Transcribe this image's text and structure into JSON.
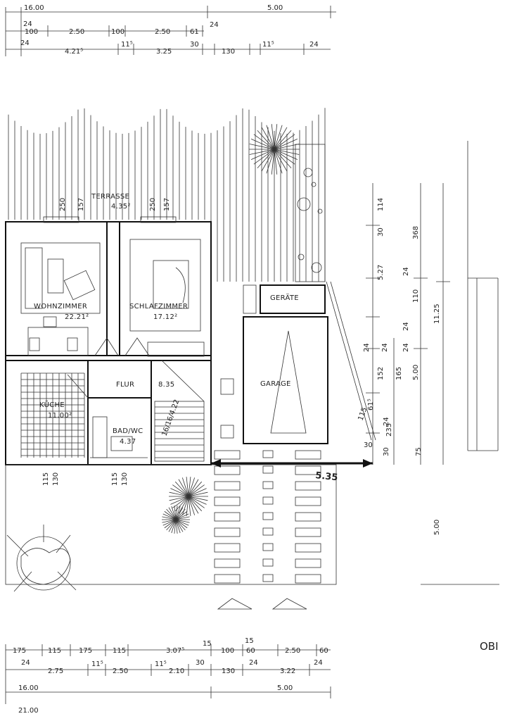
{
  "rooms": {
    "terrace": {
      "label": "TERRASSE",
      "area": "4.35²"
    },
    "living": {
      "label": "WOHNZIMMER",
      "area": "22.21²"
    },
    "bedroom": {
      "label": "SCHLAFZIMMER",
      "area": "17.12²"
    },
    "hall": {
      "label": "FLUR",
      "area": "8.35"
    },
    "kitchen": {
      "label": "KÜCHE",
      "area": "11.00²"
    },
    "bath": {
      "label": "BAD/WC",
      "area": "4.37"
    },
    "stairs": {
      "label": "16/16/4.22"
    },
    "shed": {
      "label": "GERÄTE"
    },
    "garage": {
      "label": "GARAGE"
    }
  },
  "top_dims": {
    "row1": [
      "16.00",
      "5.00"
    ],
    "row2": [
      "24",
      "100",
      "2.50",
      "100",
      "2.50",
      "61",
      "24"
    ],
    "row3": [
      "24",
      "4.21⁵",
      "11⁵",
      "3.25",
      "30",
      "130",
      "11⁵",
      "24"
    ]
  },
  "bottom_dims": {
    "row1": [
      "175",
      "115",
      "175",
      "115",
      "3.07⁵",
      "15",
      "100",
      "15",
      "60",
      "2.50",
      "60"
    ],
    "row2": [
      "24",
      "2.75",
      "11⁵",
      "2.50",
      "11⁵",
      "2.10",
      "30",
      "130",
      "24",
      "3.22",
      "24"
    ],
    "row3": [
      "16.00",
      "5.00"
    ],
    "row4": [
      "21.00"
    ]
  },
  "right_dims": {
    "col1": [
      "114",
      "30",
      "5.27",
      "24",
      "110",
      "24",
      "24",
      "152",
      "24",
      "61⁵",
      "235",
      "30",
      "75"
    ],
    "col2": [
      "24",
      "165",
      "5.00",
      "24"
    ],
    "col3": [
      "368",
      "11.25"
    ],
    "lower": "5.00"
  },
  "misc_dims": {
    "terrace_left": [
      "250",
      "157"
    ],
    "terrace_right": [
      "250",
      "157"
    ],
    "front_left": [
      "115",
      "130"
    ],
    "front_right": [
      "115",
      "130"
    ],
    "diag_a": "115",
    "diag_b": "30",
    "handwritten": "5.35",
    "edge_text": "OBI"
  }
}
